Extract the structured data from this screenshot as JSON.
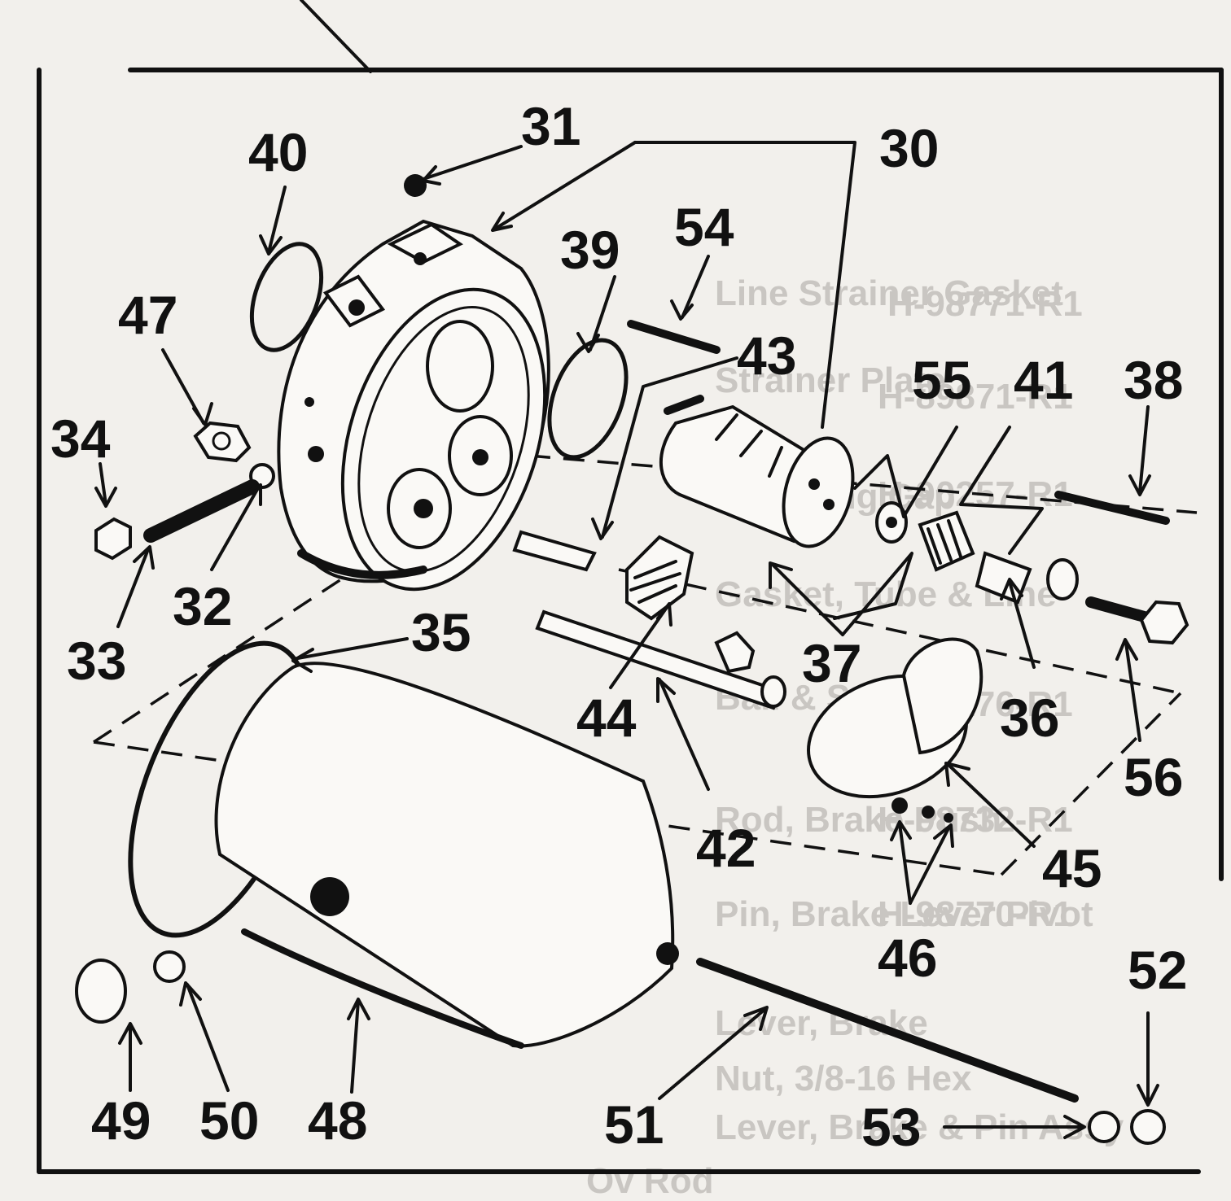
{
  "callouts": [
    {
      "id": "30",
      "label": "30"
    },
    {
      "id": "31",
      "label": "31"
    },
    {
      "id": "32",
      "label": "32"
    },
    {
      "id": "33",
      "label": "33"
    },
    {
      "id": "34",
      "label": "34"
    },
    {
      "id": "35",
      "label": "35"
    },
    {
      "id": "36",
      "label": "36"
    },
    {
      "id": "37",
      "label": "37"
    },
    {
      "id": "38",
      "label": "38"
    },
    {
      "id": "39",
      "label": "39"
    },
    {
      "id": "40",
      "label": "40"
    },
    {
      "id": "41",
      "label": "41"
    },
    {
      "id": "42",
      "label": "42"
    },
    {
      "id": "43",
      "label": "43"
    },
    {
      "id": "44",
      "label": "44"
    },
    {
      "id": "45",
      "label": "45"
    },
    {
      "id": "46",
      "label": "46"
    },
    {
      "id": "47",
      "label": "47"
    },
    {
      "id": "48",
      "label": "48"
    },
    {
      "id": "49",
      "label": "49"
    },
    {
      "id": "50",
      "label": "50"
    },
    {
      "id": "51",
      "label": "51"
    },
    {
      "id": "52",
      "label": "52"
    },
    {
      "id": "53",
      "label": "53"
    },
    {
      "id": "54",
      "label": "54"
    },
    {
      "id": "55",
      "label": "55"
    },
    {
      "id": "56",
      "label": "56"
    }
  ],
  "background_text": [
    "H-98771-R1",
    "Line Strainer Gasket",
    "H-89871-R1",
    "Strainer Plate",
    "H-90257-R1",
    "Retaining Cap",
    "Gasket, Tube & Line",
    "Ball & Seal",
    "H-98176-R1",
    "Rod, Brake Push",
    "H-98732-R1",
    "Pin, Brake Lever Pivot",
    "H-98770-R1",
    "Lever, Brake",
    "Nut, 3/8-16 Hex",
    "Lever, Brake & Pin Assy",
    "Ov Rod"
  ]
}
